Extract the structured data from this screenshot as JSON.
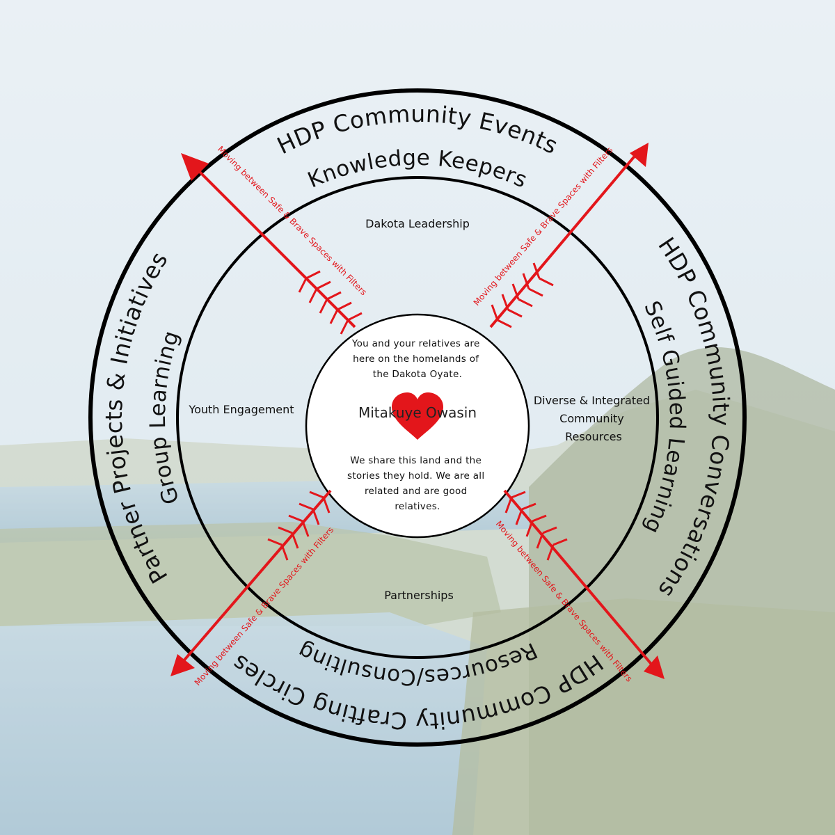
{
  "colors": {
    "ring": "#000000",
    "arrow": "#e3161b",
    "heart": "#e3161b",
    "sky": "#cfe0ea",
    "water": "#8fb6cf",
    "hills": "#8a9a72",
    "center_fill": "#ffffff"
  },
  "outer_ring": {
    "top": "HDP Community Events",
    "right": "HDP Community Conversations",
    "bottom": "HDP Community Crafting Circles",
    "left": "Partner Projects & Initiatives"
  },
  "middle_ring": {
    "top": "Knowledge Keepers",
    "right": "Self Guided Learning",
    "bottom": "Resources/Consulting",
    "left": "Group Learning"
  },
  "inner_zones": {
    "top": "Dakota Leadership",
    "left": "Youth Engagement",
    "right": [
      "Diverse & Integrated",
      "Community",
      "Resources"
    ],
    "bottom": "Partnerships"
  },
  "center": {
    "top_lines": [
      "You  and your relatives are",
      "here on the homelands of",
      "the Dakota Oyate."
    ],
    "title": "Mitakuye Owasin",
    "bottom_lines": [
      "We share this land and the",
      "stories they hold. We are all",
      "related and are  good",
      "relatives."
    ],
    "heart_icon": "heart-icon"
  },
  "arrows": {
    "label": "Moving between Safe & Brave Spaces with Filters",
    "icon": "feathered-arrow-icon"
  }
}
